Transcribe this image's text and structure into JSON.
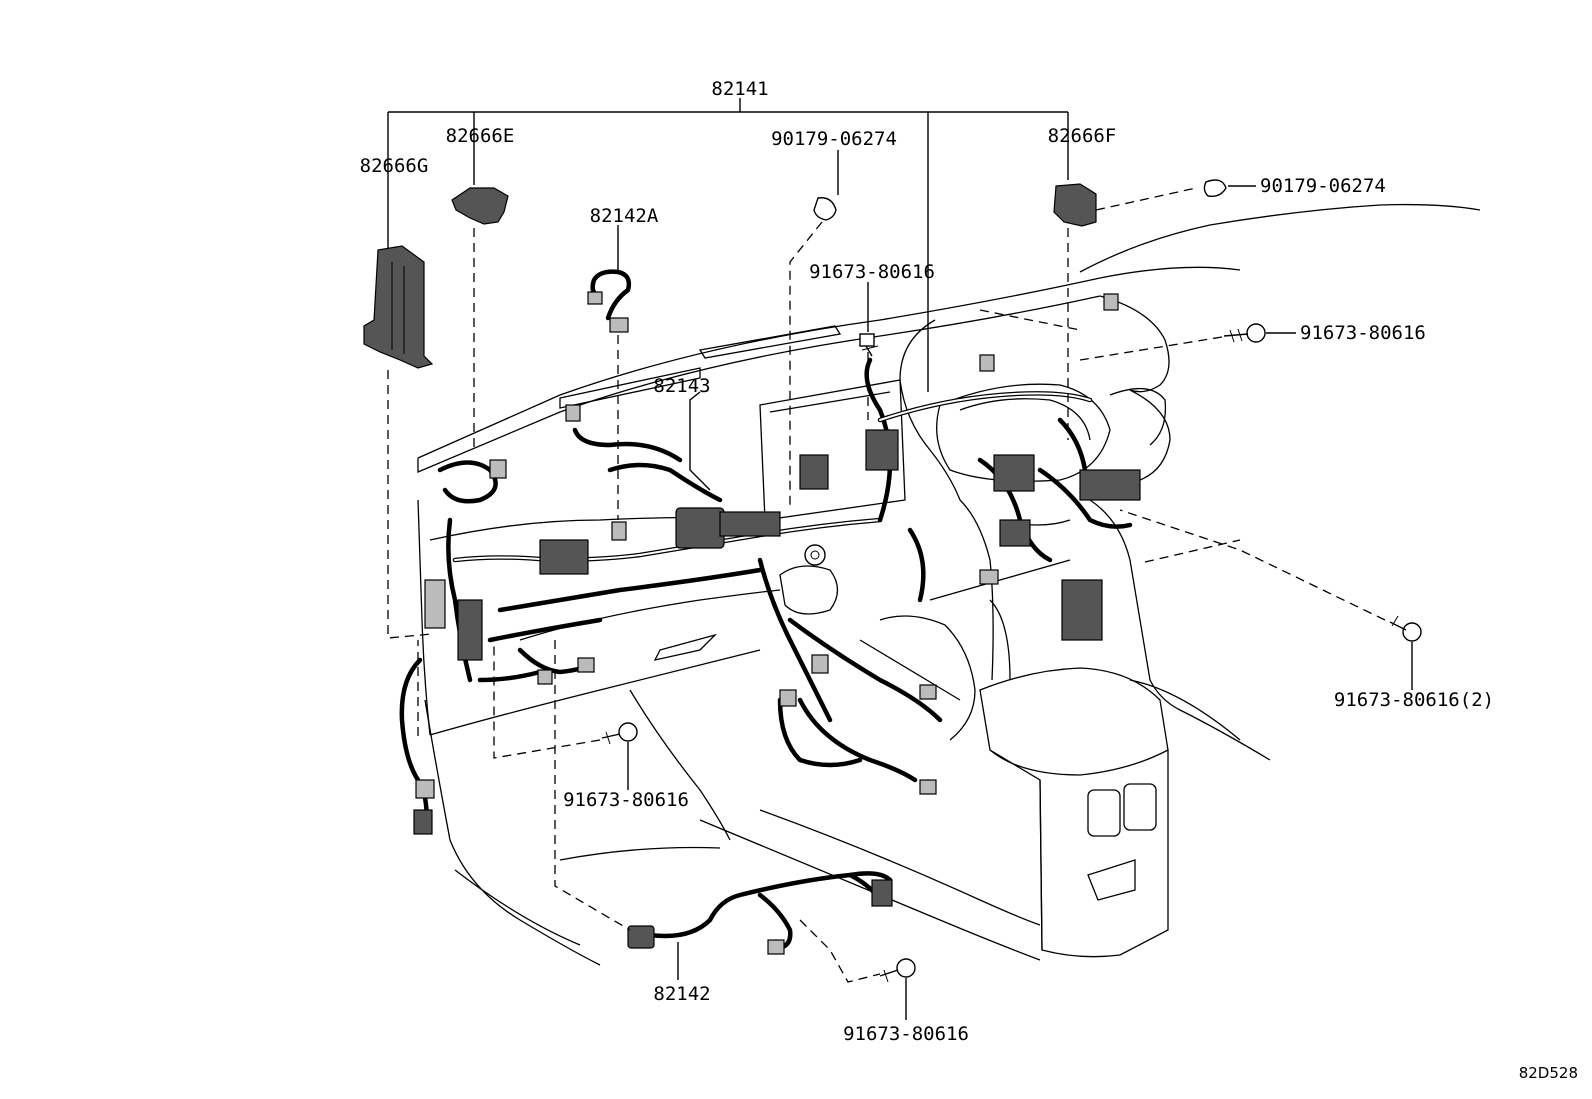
{
  "labels": {
    "harness_main": "82141",
    "protector_e": "82666E",
    "protector_g": "82666G",
    "protector_f": "82666F",
    "clip_top": "90179-06274",
    "clip_right": "90179-06274",
    "wire_82142a": "82142A",
    "bolt_top": "91673-80616",
    "bolt_right_top": "91673-80616",
    "wire_82143": "82143",
    "bolt_right_mid": "91673-80616(2)",
    "bolt_left_low": "91673-80616",
    "wire_82142": "82142",
    "bolt_bottom": "91673-80616"
  },
  "diagram_code": "82D528"
}
